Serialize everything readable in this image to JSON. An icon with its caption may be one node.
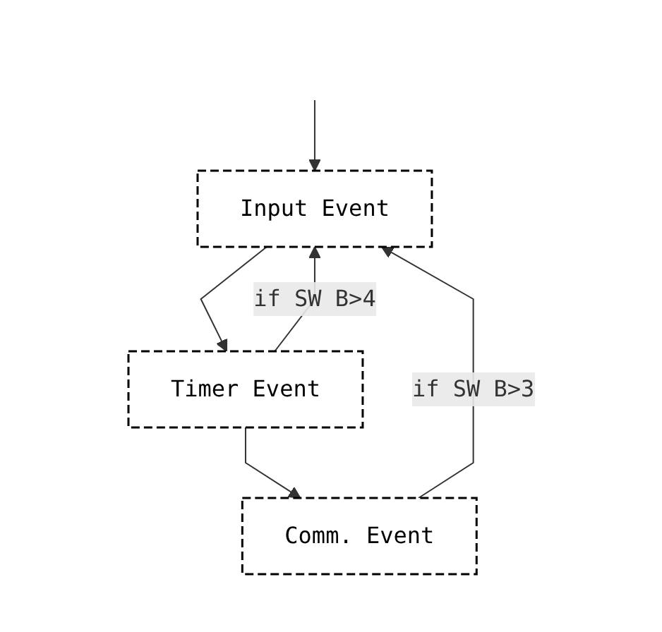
{
  "diagram": {
    "nodes": [
      {
        "text": [
          "Input Event"
        ]
      },
      {
        "text": [
          "Timer Event"
        ]
      },
      {
        "text": [
          "Comm. Event"
        ]
      }
    ],
    "edges": [
      {
        "from": null,
        "to": 0,
        "arrow": "to"
      },
      {
        "from": 0,
        "to": 1,
        "arrow": "to"
      },
      {
        "from": 1,
        "to": 2,
        "arrow": "to"
      },
      {
        "from": 1,
        "to": 0,
        "arrow": "to",
        "label": "if SW B>4"
      },
      {
        "from": 2,
        "to": 0,
        "arrow": "to",
        "label": "if SW B>3"
      }
    ]
  }
}
